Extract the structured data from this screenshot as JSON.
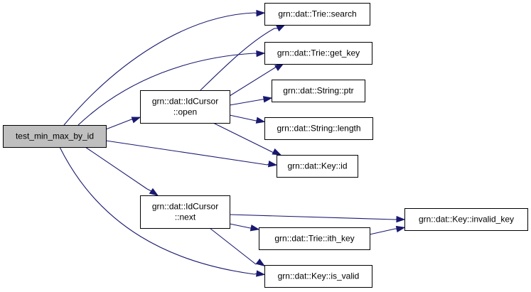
{
  "colors": {
    "edge": "#191970",
    "node_fill": "#ffffff",
    "root_fill": "#bfbfbf",
    "border": "#000000"
  },
  "nodes": [
    {
      "id": "root",
      "lines": [
        "test_min_max_by_id"
      ],
      "root": true
    },
    {
      "id": "idcursor-open",
      "lines": [
        "grn::dat::IdCursor",
        "::open"
      ]
    },
    {
      "id": "idcursor-next",
      "lines": [
        "grn::dat::IdCursor",
        "::next"
      ]
    },
    {
      "id": "trie-search",
      "lines": [
        "grn::dat::Trie::search"
      ]
    },
    {
      "id": "trie-get-key",
      "lines": [
        "grn::dat::Trie::get_key"
      ]
    },
    {
      "id": "string-ptr",
      "lines": [
        "grn::dat::String::ptr"
      ]
    },
    {
      "id": "string-length",
      "lines": [
        "grn::dat::String::length"
      ]
    },
    {
      "id": "key-id",
      "lines": [
        "grn::dat::Key::id"
      ]
    },
    {
      "id": "key-invalid-key",
      "lines": [
        "grn::dat::Key::invalid_key"
      ]
    },
    {
      "id": "trie-ith-key",
      "lines": [
        "grn::dat::Trie::ith_key"
      ]
    },
    {
      "id": "key-is-valid",
      "lines": [
        "grn::dat::Key::is_valid"
      ]
    }
  ],
  "edges": [
    {
      "from": "root",
      "to": "trie-search"
    },
    {
      "from": "root",
      "to": "trie-get-key"
    },
    {
      "from": "root",
      "to": "idcursor-open"
    },
    {
      "from": "root",
      "to": "key-id"
    },
    {
      "from": "root",
      "to": "idcursor-next"
    },
    {
      "from": "root",
      "to": "key-is-valid"
    },
    {
      "from": "idcursor-open",
      "to": "trie-search"
    },
    {
      "from": "idcursor-open",
      "to": "trie-get-key"
    },
    {
      "from": "idcursor-open",
      "to": "string-ptr"
    },
    {
      "from": "idcursor-open",
      "to": "string-length"
    },
    {
      "from": "idcursor-open",
      "to": "key-id"
    },
    {
      "from": "idcursor-next",
      "to": "key-invalid-key"
    },
    {
      "from": "idcursor-next",
      "to": "trie-ith-key"
    },
    {
      "from": "idcursor-next",
      "to": "key-is-valid"
    },
    {
      "from": "trie-ith-key",
      "to": "key-invalid-key"
    }
  ]
}
